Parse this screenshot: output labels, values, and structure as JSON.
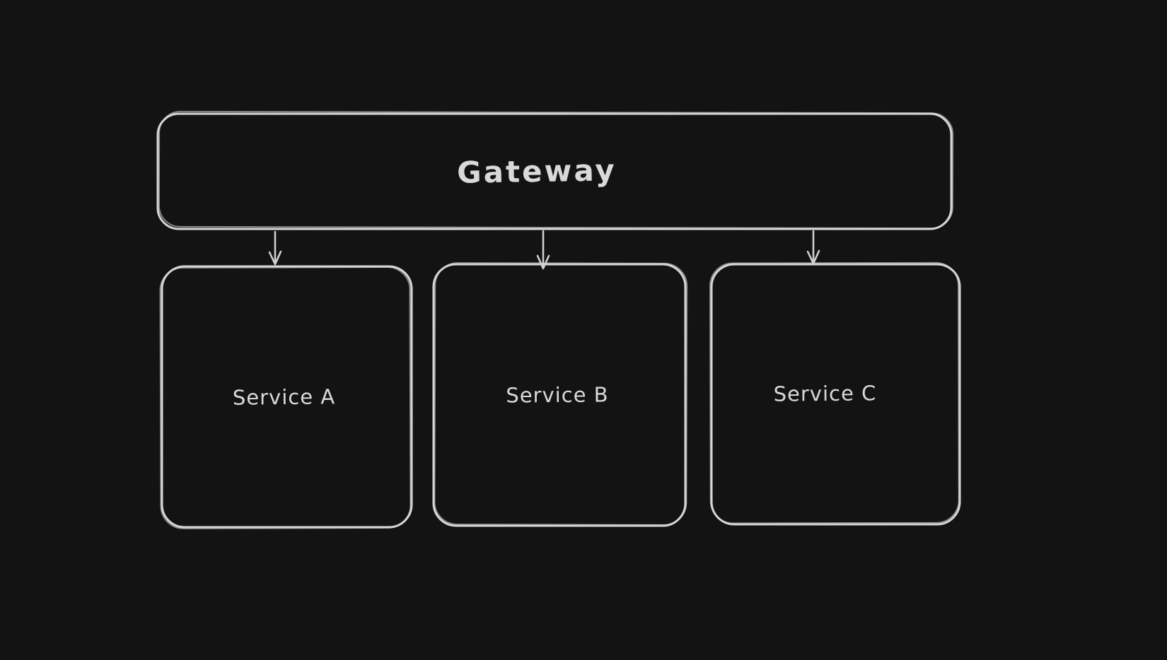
{
  "diagram": {
    "type": "flowchart",
    "style": "hand-drawn",
    "background_color": "#131313",
    "stroke_color": "#d6d6d6",
    "text_color": "#d9d9d9",
    "nodes": {
      "gateway": {
        "label": "Gateway"
      },
      "service_a": {
        "label": "Service A"
      },
      "service_b": {
        "label": "Service B"
      },
      "service_c": {
        "label": "Service C"
      }
    },
    "edges": [
      {
        "from": "Gateway",
        "to": "Service A"
      },
      {
        "from": "Gateway",
        "to": "Service B"
      },
      {
        "from": "Gateway",
        "to": "Service C"
      }
    ]
  }
}
